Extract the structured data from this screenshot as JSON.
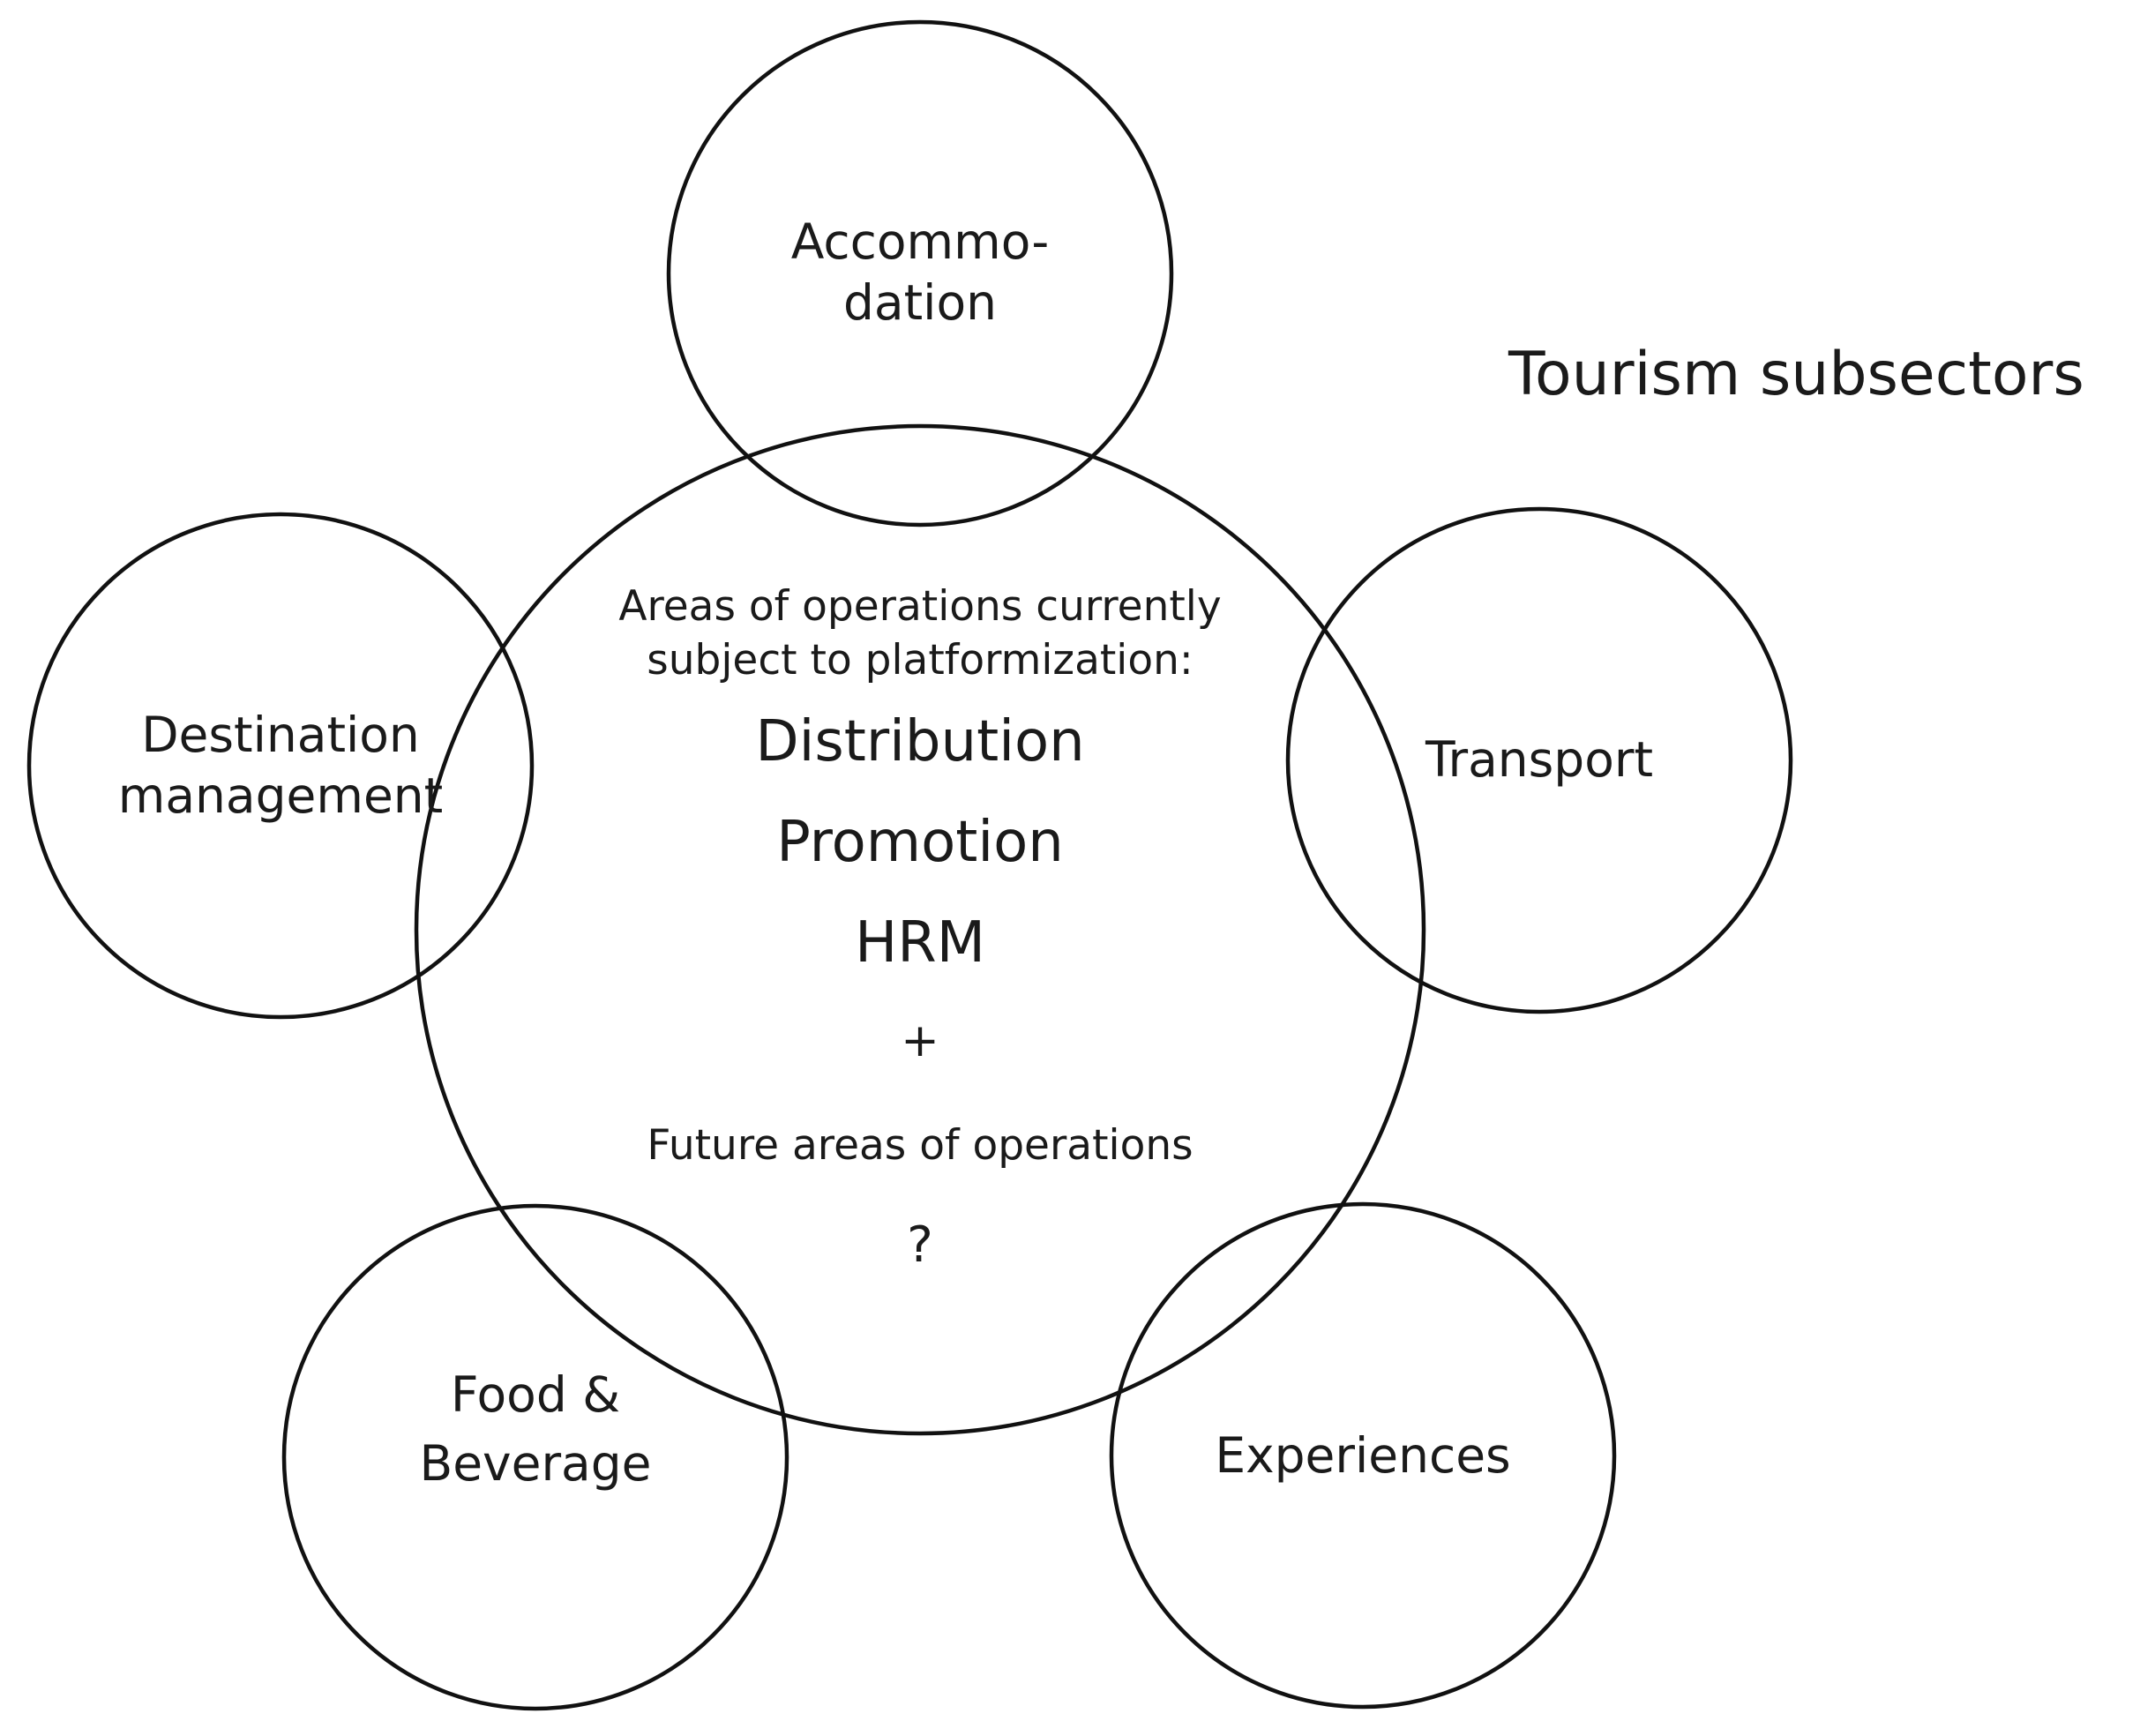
{
  "title": "Tourism subsectors",
  "subsectors": {
    "accommodation": [
      "Accommo-",
      "dation"
    ],
    "destination": [
      "Destination",
      "management"
    ],
    "transport": [
      "Transport"
    ],
    "food": [
      "Food &",
      "Beverage"
    ],
    "experiences": [
      "Experiences"
    ]
  },
  "center": {
    "current_heading": [
      "Areas of operations currently",
      "subject to platformization:"
    ],
    "areas": [
      "Distribution",
      "Promotion",
      "HRM"
    ],
    "plus": "+",
    "future_heading": "Future areas of operations",
    "unknown": "?"
  },
  "colors": {
    "stroke": "#111111",
    "text": "#1a1a1a",
    "background": "#ffffff"
  }
}
